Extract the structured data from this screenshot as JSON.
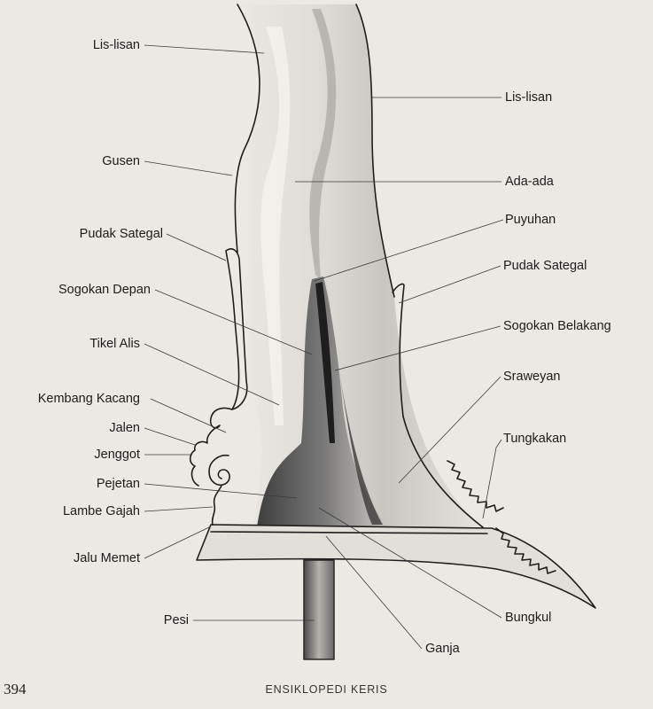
{
  "labels": {
    "lis_lisan_left": "Lis-lisan",
    "gusen": "Gusen",
    "pudak_sategal_left": "Pudak Sategal",
    "sogokan_depan": "Sogokan Depan",
    "tikel_alis": "Tikel Alis",
    "kembang_kacang": "Kembang Kacang",
    "jalen": "Jalen",
    "jenggot": "Jenggot",
    "pejetan": "Pejetan",
    "lambe_gajah": "Lambe Gajah",
    "jalu_memet": "Jalu Memet",
    "pesi": "Pesi",
    "lis_lisan_right": "Lis-lisan",
    "ada_ada": "Ada-ada",
    "puyuhan": "Puyuhan",
    "pudak_sategal_right": "Pudak Sategal",
    "sogokan_belakang": "Sogokan Belakang",
    "sraweyan": "Sraweyan",
    "tungkakan": "Tungkakan",
    "bungkul": "Bungkul",
    "ganja": "Ganja"
  },
  "footer": {
    "page_number": "394",
    "running_title": "ENSIKLOPEDI KERIS"
  }
}
